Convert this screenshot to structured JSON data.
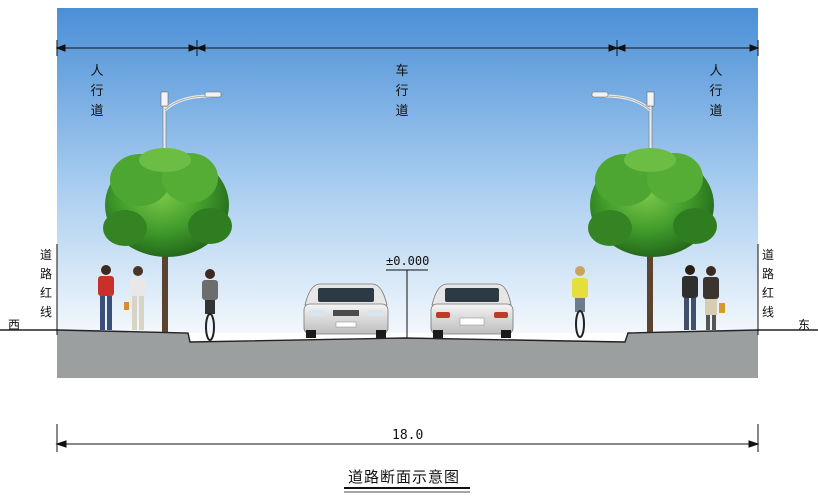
{
  "zones": {
    "left_sidewalk": "人行道",
    "carriageway": "车行道",
    "right_sidewalk": "人行道"
  },
  "boundary": {
    "left_label": "道路红线",
    "right_label": "道路红线"
  },
  "directions": {
    "west": "西",
    "east": "东"
  },
  "elevation_marker": "±0.000",
  "total_width": "18.0",
  "title": "道路断面示意图",
  "colors": {
    "sky_top": "#4f92d8",
    "sky_bottom": "#eef5fb",
    "ground": "#9a9d9d",
    "tree": "#3e9a2c",
    "dimension_line": "#111111"
  }
}
